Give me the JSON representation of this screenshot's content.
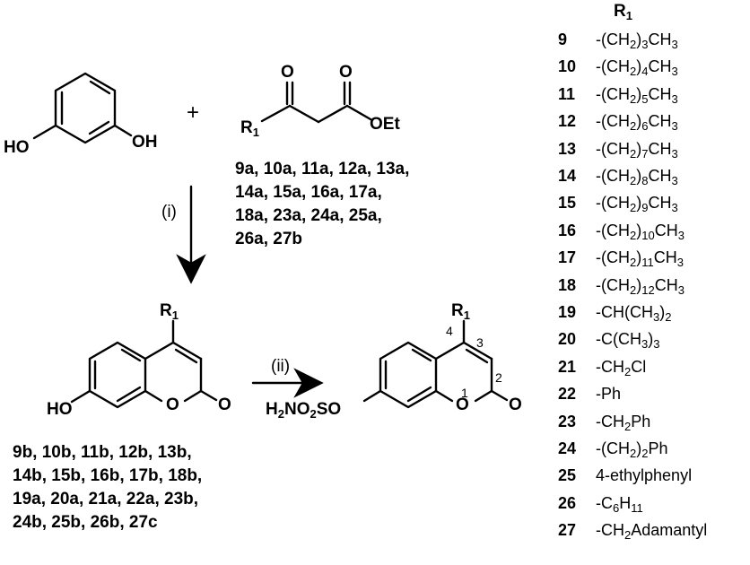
{
  "reagents": {
    "plus": "+",
    "ethyl_group": "OEt",
    "r1_label": "R",
    "r1_sub": "1"
  },
  "resorcinol": {
    "left_oh": "HO",
    "right_oh": "OH"
  },
  "ketoesters_list": [
    "9a, 10a, 11a, 12a, 13a,",
    "14a, 15a, 16a, 17a,",
    "18a, 23a, 24a, 25a,",
    "26a, 27b"
  ],
  "step_labels": {
    "step1": "(i)",
    "step2": "(ii)"
  },
  "coumarin": {
    "ho_label": "HO",
    "carbonyl_o": "O",
    "ring_o": "O",
    "r1_label": "R",
    "r1_sub": "1"
  },
  "coumarins_list": [
    "9b, 10b, 11b, 12b, 13b,",
    "14b, 15b, 16b, 17b, 18b,",
    "19a, 20a, 21a, 22a, 23b,",
    "24b, 25b, 26b, 27c"
  ],
  "sulfamate": {
    "prefix": "H",
    "prefix_sub": "2",
    "middle": "NO",
    "middle_sub": "2",
    "suffix": "SO",
    "carbonyl_o": "O",
    "ring_o": "O",
    "r1_label": "R",
    "r1_sub": "1",
    "pos4": "4",
    "pos3": "3",
    "pos2": "2",
    "pos1": "1"
  },
  "substituents": {
    "header": "R",
    "header_sub": "1",
    "rows": [
      {
        "id": "9",
        "parts": [
          "-(CH",
          {
            "sub": "2"
          },
          ")",
          {
            "sub": "3"
          },
          "CH",
          {
            "sub": "3"
          }
        ]
      },
      {
        "id": "10",
        "parts": [
          "-(CH",
          {
            "sub": "2"
          },
          ")",
          {
            "sub": "4"
          },
          "CH",
          {
            "sub": "3"
          }
        ]
      },
      {
        "id": "11",
        "parts": [
          "-(CH",
          {
            "sub": "2"
          },
          ")",
          {
            "sub": "5"
          },
          "CH",
          {
            "sub": "3"
          }
        ]
      },
      {
        "id": "12",
        "parts": [
          "-(CH",
          {
            "sub": "2"
          },
          ")",
          {
            "sub": "6"
          },
          "CH",
          {
            "sub": "3"
          }
        ]
      },
      {
        "id": "13",
        "parts": [
          "-(CH",
          {
            "sub": "2"
          },
          ")",
          {
            "sub": "7"
          },
          "CH",
          {
            "sub": "3"
          }
        ]
      },
      {
        "id": "14",
        "parts": [
          "-(CH",
          {
            "sub": "2"
          },
          ")",
          {
            "sub": "8"
          },
          "CH",
          {
            "sub": "3"
          }
        ]
      },
      {
        "id": "15",
        "parts": [
          "-(CH",
          {
            "sub": "2"
          },
          ")",
          {
            "sub": "9"
          },
          "CH",
          {
            "sub": "3"
          }
        ]
      },
      {
        "id": "16",
        "parts": [
          "-(CH",
          {
            "sub": "2"
          },
          ")",
          {
            "sub": "10"
          },
          "CH",
          {
            "sub": "3"
          }
        ]
      },
      {
        "id": "17",
        "parts": [
          "-(CH",
          {
            "sub": "2"
          },
          ")",
          {
            "sub": "11"
          },
          "CH",
          {
            "sub": "3"
          }
        ]
      },
      {
        "id": "18",
        "parts": [
          "-(CH",
          {
            "sub": "2"
          },
          ")",
          {
            "sub": "12"
          },
          "CH",
          {
            "sub": "3"
          }
        ]
      },
      {
        "id": "19",
        "parts": [
          "-CH(CH",
          {
            "sub": "3"
          },
          ")",
          {
            "sub": "2"
          }
        ]
      },
      {
        "id": "20",
        "parts": [
          "-C(CH",
          {
            "sub": "3"
          },
          ")",
          {
            "sub": "3"
          }
        ]
      },
      {
        "id": "21",
        "parts": [
          "-CH",
          {
            "sub": "2"
          },
          "Cl"
        ]
      },
      {
        "id": "22",
        "parts": [
          "-Ph"
        ]
      },
      {
        "id": "23",
        "parts": [
          "-CH",
          {
            "sub": "2"
          },
          "Ph"
        ]
      },
      {
        "id": "24",
        "parts": [
          "-(CH",
          {
            "sub": "2"
          },
          ")",
          {
            "sub": "2"
          },
          "Ph"
        ]
      },
      {
        "id": "25",
        "parts": [
          "4-ethylphenyl"
        ]
      },
      {
        "id": "26",
        "parts": [
          "-C",
          {
            "sub": "6"
          },
          "H",
          {
            "sub": "11"
          }
        ]
      },
      {
        "id": "27",
        "parts": [
          "-CH",
          {
            "sub": "2"
          },
          "Adamantyl"
        ]
      }
    ]
  }
}
